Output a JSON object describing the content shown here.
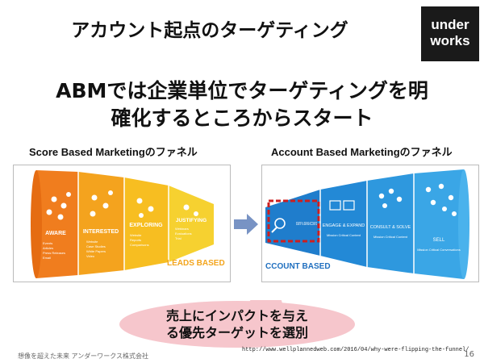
{
  "slide": {
    "title": "アカウント起点のターゲティング",
    "headline_line1": "ABMでは企業単位でターゲティングを明",
    "headline_line2": "確化するところからスタート",
    "page_number": "16"
  },
  "logo": {
    "line1": "under",
    "line2": "works"
  },
  "left_funnel": {
    "caption": "Score Based Marketingのファネル",
    "stages": [
      {
        "label": "AWARE",
        "items": [
          "Events",
          "Articles",
          "Press Releases",
          "Email"
        ],
        "color": "#f07d1e"
      },
      {
        "label": "INTERESTED",
        "items": [
          "Website",
          "Case Studies",
          "White Papers",
          "Video"
        ],
        "color": "#f4a31e"
      },
      {
        "label": "EXPLORING",
        "items": [
          "Website",
          "Reports",
          "Comparisons"
        ],
        "color": "#f7be21"
      },
      {
        "label": "JUSTIFYING",
        "items": [
          "Webinars",
          "Evaluations",
          "Trial"
        ],
        "color": "#f6d130"
      }
    ],
    "base_label": "LEADS BASED"
  },
  "right_funnel": {
    "caption": "Account Based Marketingのファネル",
    "stages": [
      {
        "label": "IDENTIFY & DEFINE ACCOUNTS",
        "sub": "",
        "color": "#1f7dcc"
      },
      {
        "label": "ENGAGE & EXPAND",
        "sub": "Mission Critical Content",
        "color": "#2389d6"
      },
      {
        "label": "CONSULT & SOLVE",
        "sub": "Mission Critical Content",
        "color": "#2e98de"
      },
      {
        "label": "SELL",
        "sub": "Mission Critical Conversations",
        "color": "#3aa6e6"
      }
    ],
    "base_label": "CCOUNT BASED"
  },
  "callout": {
    "line1": "売上にインパクトを与え",
    "line2": "る優先ターゲットを選別"
  },
  "footer": {
    "company": "想像を超えた未来 アンダーワークス株式会社",
    "url": "http://www.wellplannedweb.com/2016/04/why-were-flipping-the-funnel/"
  },
  "colors": {
    "highlight_border": "#cc1f1f",
    "callout_fill": "#f6c6cc",
    "arrow": "#7893c4"
  }
}
